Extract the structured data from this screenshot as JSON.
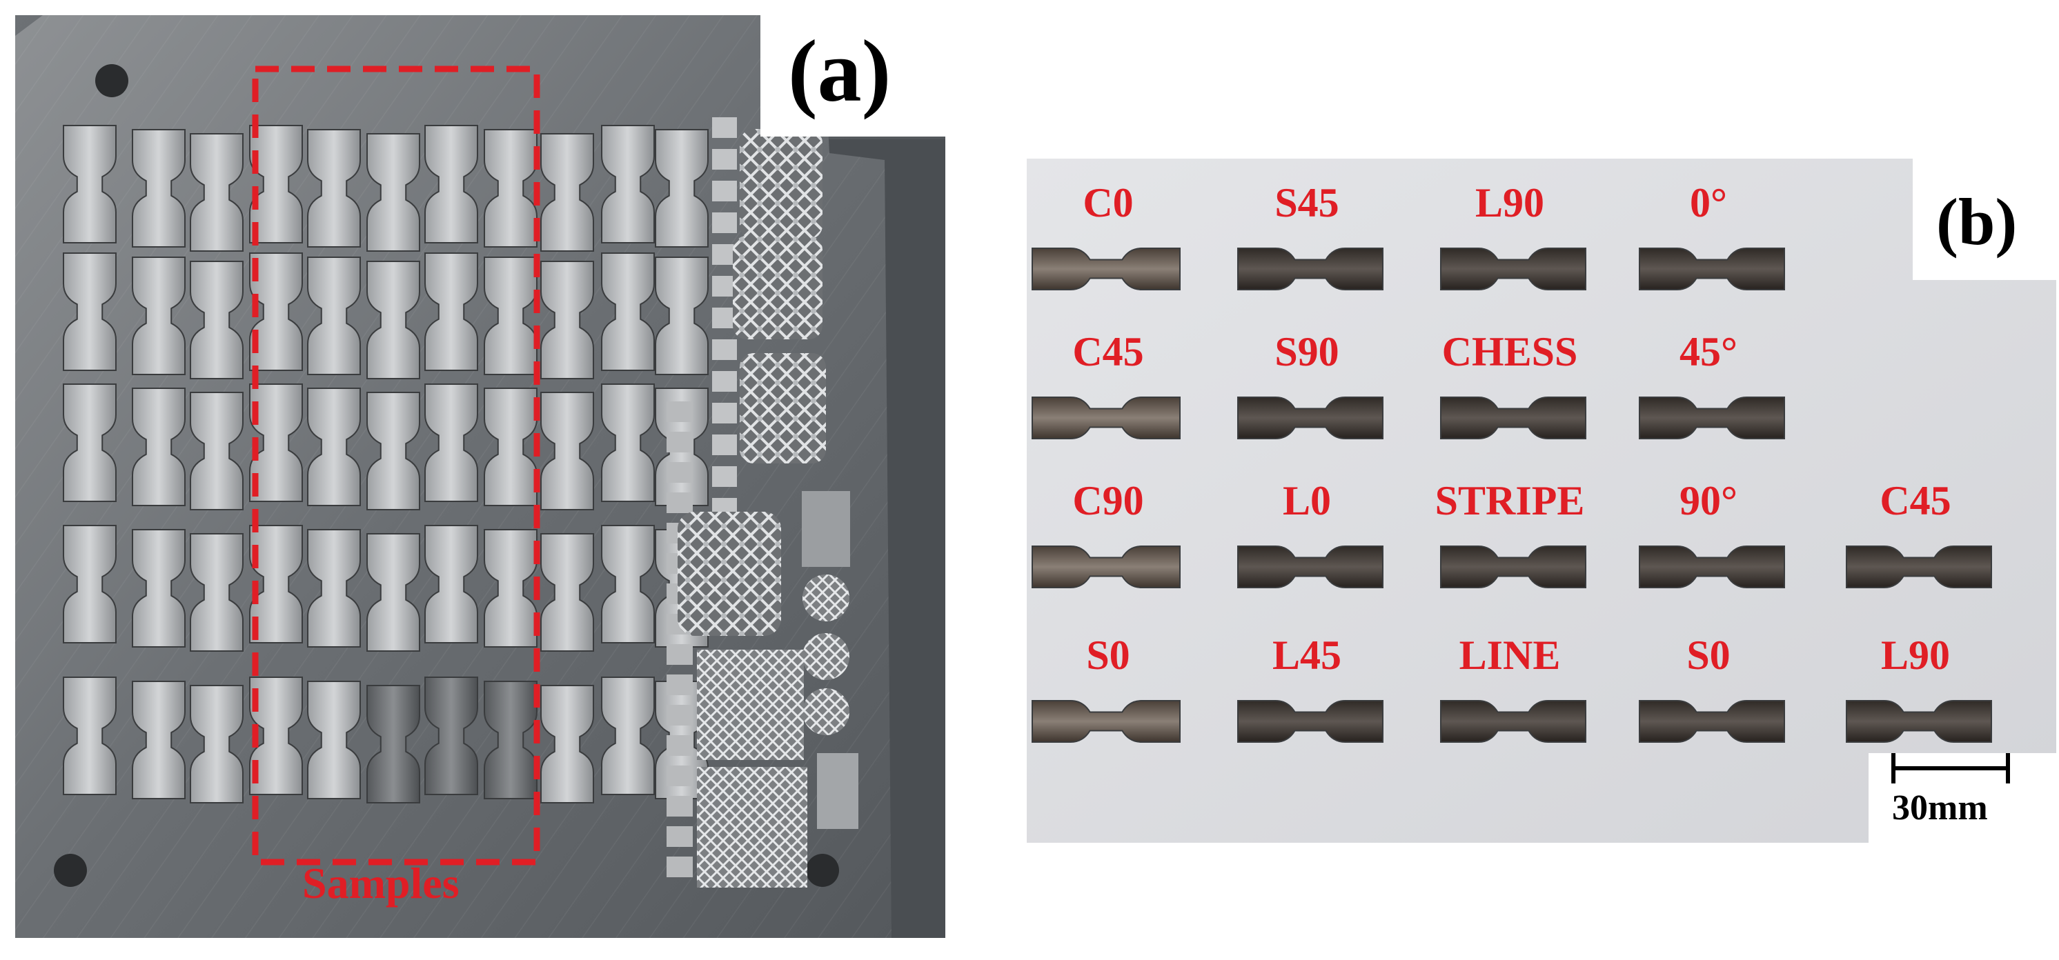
{
  "panel_a": {
    "tag": "(a)",
    "highlight_label": "Samples",
    "highlight_color": "#e01e25"
  },
  "panel_b": {
    "tag": "(b)",
    "label_color": "#e01e25",
    "scale_bar_label": "30mm",
    "specimen_labels": [
      [
        "C0",
        "S45",
        "L90",
        "0°"
      ],
      [
        "C45",
        "S90",
        "CHESS",
        "45°"
      ],
      [
        "C90",
        "L0",
        "STRIPE",
        "90°",
        "C45"
      ],
      [
        "S0",
        "L45",
        "LINE",
        "S0",
        "L90"
      ]
    ]
  }
}
